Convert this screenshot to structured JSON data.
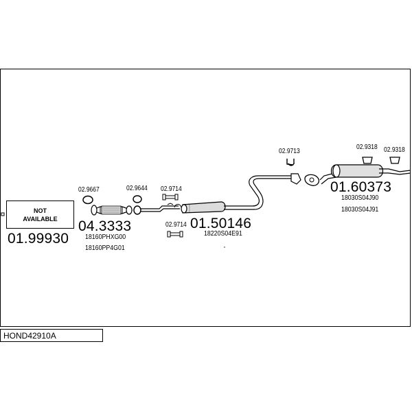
{
  "diagram": {
    "not_available": "NOT\nAVAILABLE",
    "left_part_number": "01.99930",
    "catalytic": {
      "ref_clamp": "02.9667",
      "ref_gasket": "02.9644",
      "number": "04.3333",
      "oem_1": "18160PHXG00",
      "oem_2": "18160PP4G01"
    },
    "middle": {
      "ref_top": "02.9714",
      "ref_bottom": "02.9714",
      "number": "01.50146",
      "oem_1": "18220S04E91"
    },
    "rear": {
      "ref_left": "02.9713",
      "ref_mid": "02.9318",
      "ref_right": "02.9318",
      "number": "01.60373",
      "oem_1": "18030S04J90",
      "oem_2": "18030S04J91"
    },
    "kit_code": "HOND42910A"
  }
}
